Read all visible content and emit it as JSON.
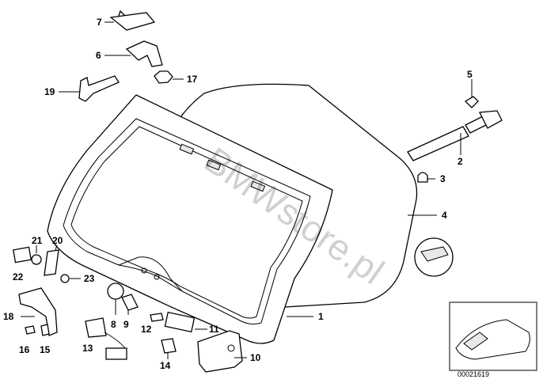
{
  "watermark": "BMWstore.pl",
  "diagram_code": "00021619",
  "callouts": [
    {
      "id": "c1",
      "text": "1"
    },
    {
      "id": "c2",
      "text": "2"
    },
    {
      "id": "c3",
      "text": "3"
    },
    {
      "id": "c4",
      "text": "4"
    },
    {
      "id": "c5",
      "text": "5"
    },
    {
      "id": "c6",
      "text": "6"
    },
    {
      "id": "c7",
      "text": "7"
    },
    {
      "id": "c8",
      "text": "8"
    },
    {
      "id": "c9",
      "text": "9"
    },
    {
      "id": "c10",
      "text": "10"
    },
    {
      "id": "c11",
      "text": "11"
    },
    {
      "id": "c12",
      "text": "12"
    },
    {
      "id": "c13",
      "text": "13"
    },
    {
      "id": "c14",
      "text": "14"
    },
    {
      "id": "c15",
      "text": "15"
    },
    {
      "id": "c16",
      "text": "16"
    },
    {
      "id": "c17",
      "text": "17"
    },
    {
      "id": "c18",
      "text": "18"
    },
    {
      "id": "c19",
      "text": "19"
    },
    {
      "id": "c20",
      "text": "20"
    },
    {
      "id": "c21",
      "text": "21"
    },
    {
      "id": "c22",
      "text": "22"
    },
    {
      "id": "c23",
      "text": "23"
    }
  ]
}
